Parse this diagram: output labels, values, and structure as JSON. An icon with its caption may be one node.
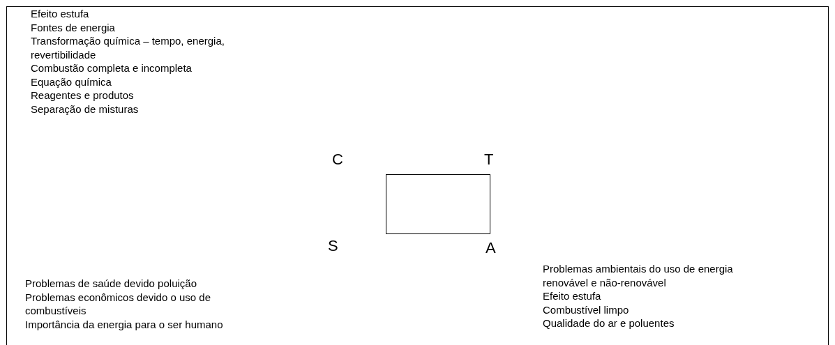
{
  "diagram": {
    "nodes": [
      {
        "text": [],
        "shape": "box"
      }
    ],
    "labels": [
      "Efeito estufa",
      "Fontes de energia",
      "Transformação química – tempo, energia, revertibilidade",
      "Combustão completa e incompleta",
      "Equação química",
      "Reagentes e produtos",
      "Separação de misturas",
      "C",
      "T",
      "S",
      "A",
      "Problemas ambientais do uso de energia renovável e não-renovável",
      "Efeito estufa",
      "Combustível limpo",
      "Qualidade do ar e poluentes",
      "Problemas de saúde devido poluição",
      "Problemas econômicos devido o uso de combustíveis",
      "Importância da energia para o ser humano"
    ]
  }
}
